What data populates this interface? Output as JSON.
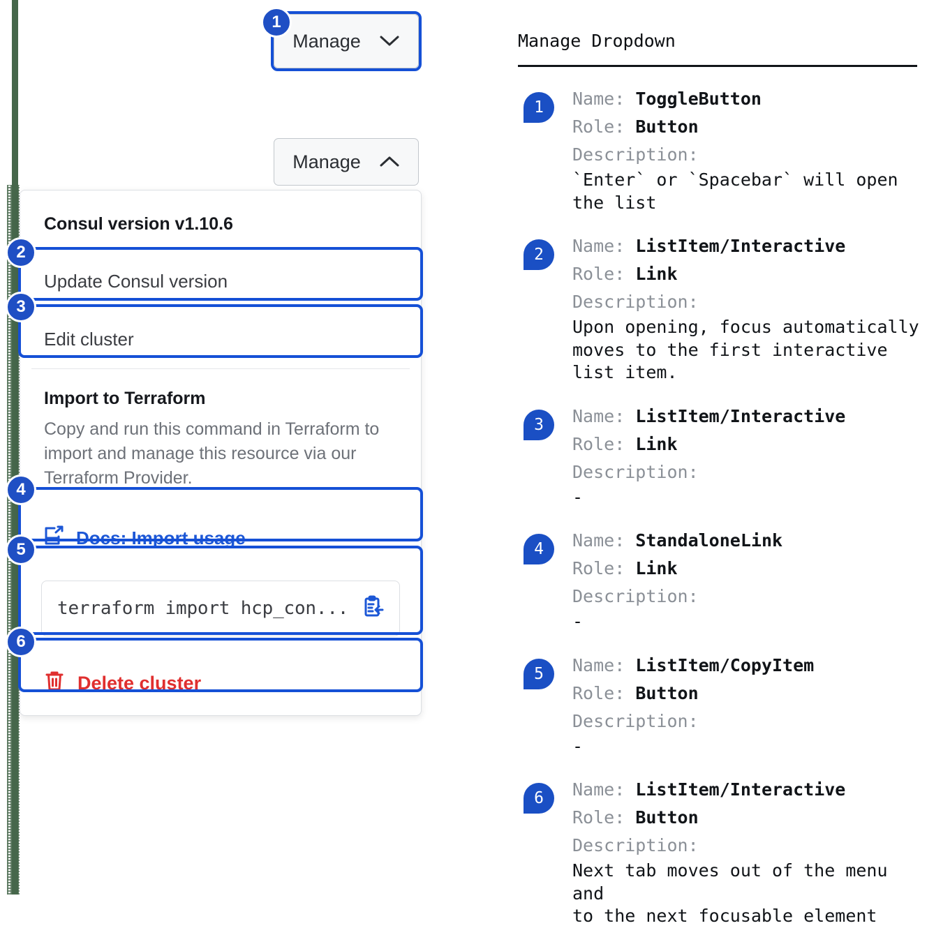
{
  "left": {
    "toggle_closed": {
      "label": "Manage",
      "icon": "chevron-down-icon"
    },
    "toggle_open": {
      "label": "Manage",
      "icon": "chevron-up-icon"
    },
    "menu": {
      "header": "Consul version v1.10.6",
      "items": [
        {
          "label": "Update Consul version"
        },
        {
          "label": "Edit cluster"
        }
      ],
      "terraform": {
        "title": "Import to Terraform",
        "body": "Copy and run this command in Terraform to import and manage this resource via our Terraform Provider.",
        "docs_link": "Docs: Import usage",
        "docs_icon": "external-link-doc-icon",
        "command": "terraform import hcp_con...",
        "copy_icon": "copy-to-clipboard-icon"
      },
      "delete": {
        "label": "Delete cluster",
        "icon": "trash-icon"
      }
    },
    "markers": [
      "1",
      "2",
      "3",
      "4",
      "5",
      "6"
    ]
  },
  "right": {
    "title": "Manage Dropdown",
    "labels": {
      "name": "Name:",
      "role": "Role:",
      "description": "Description:"
    },
    "entries": [
      {
        "marker": "1",
        "name": "ToggleButton",
        "role": "Button",
        "description": "`Enter` or `Spacebar` will open\nthe list"
      },
      {
        "marker": "2",
        "name": "ListItem/Interactive",
        "role": "Link",
        "description": "Upon opening, focus automatically\nmoves to the first interactive\nlist item."
      },
      {
        "marker": "3",
        "name": "ListItem/Interactive",
        "role": "Link",
        "description": "-"
      },
      {
        "marker": "4",
        "name": "StandaloneLink",
        "role": "Link",
        "description": "-"
      },
      {
        "marker": "5",
        "name": "ListItem/CopyItem",
        "role": "Button",
        "description": "-"
      },
      {
        "marker": "6",
        "name": "ListItem/Interactive",
        "role": "Button",
        "description": "Next tab moves out of the menu and\nto the next focusable element"
      }
    ]
  },
  "colors": {
    "accent_blue": "#1550d6",
    "badge_blue": "#1f4fc4",
    "danger_red": "#e02f2f",
    "edge_green": "#46674b"
  }
}
